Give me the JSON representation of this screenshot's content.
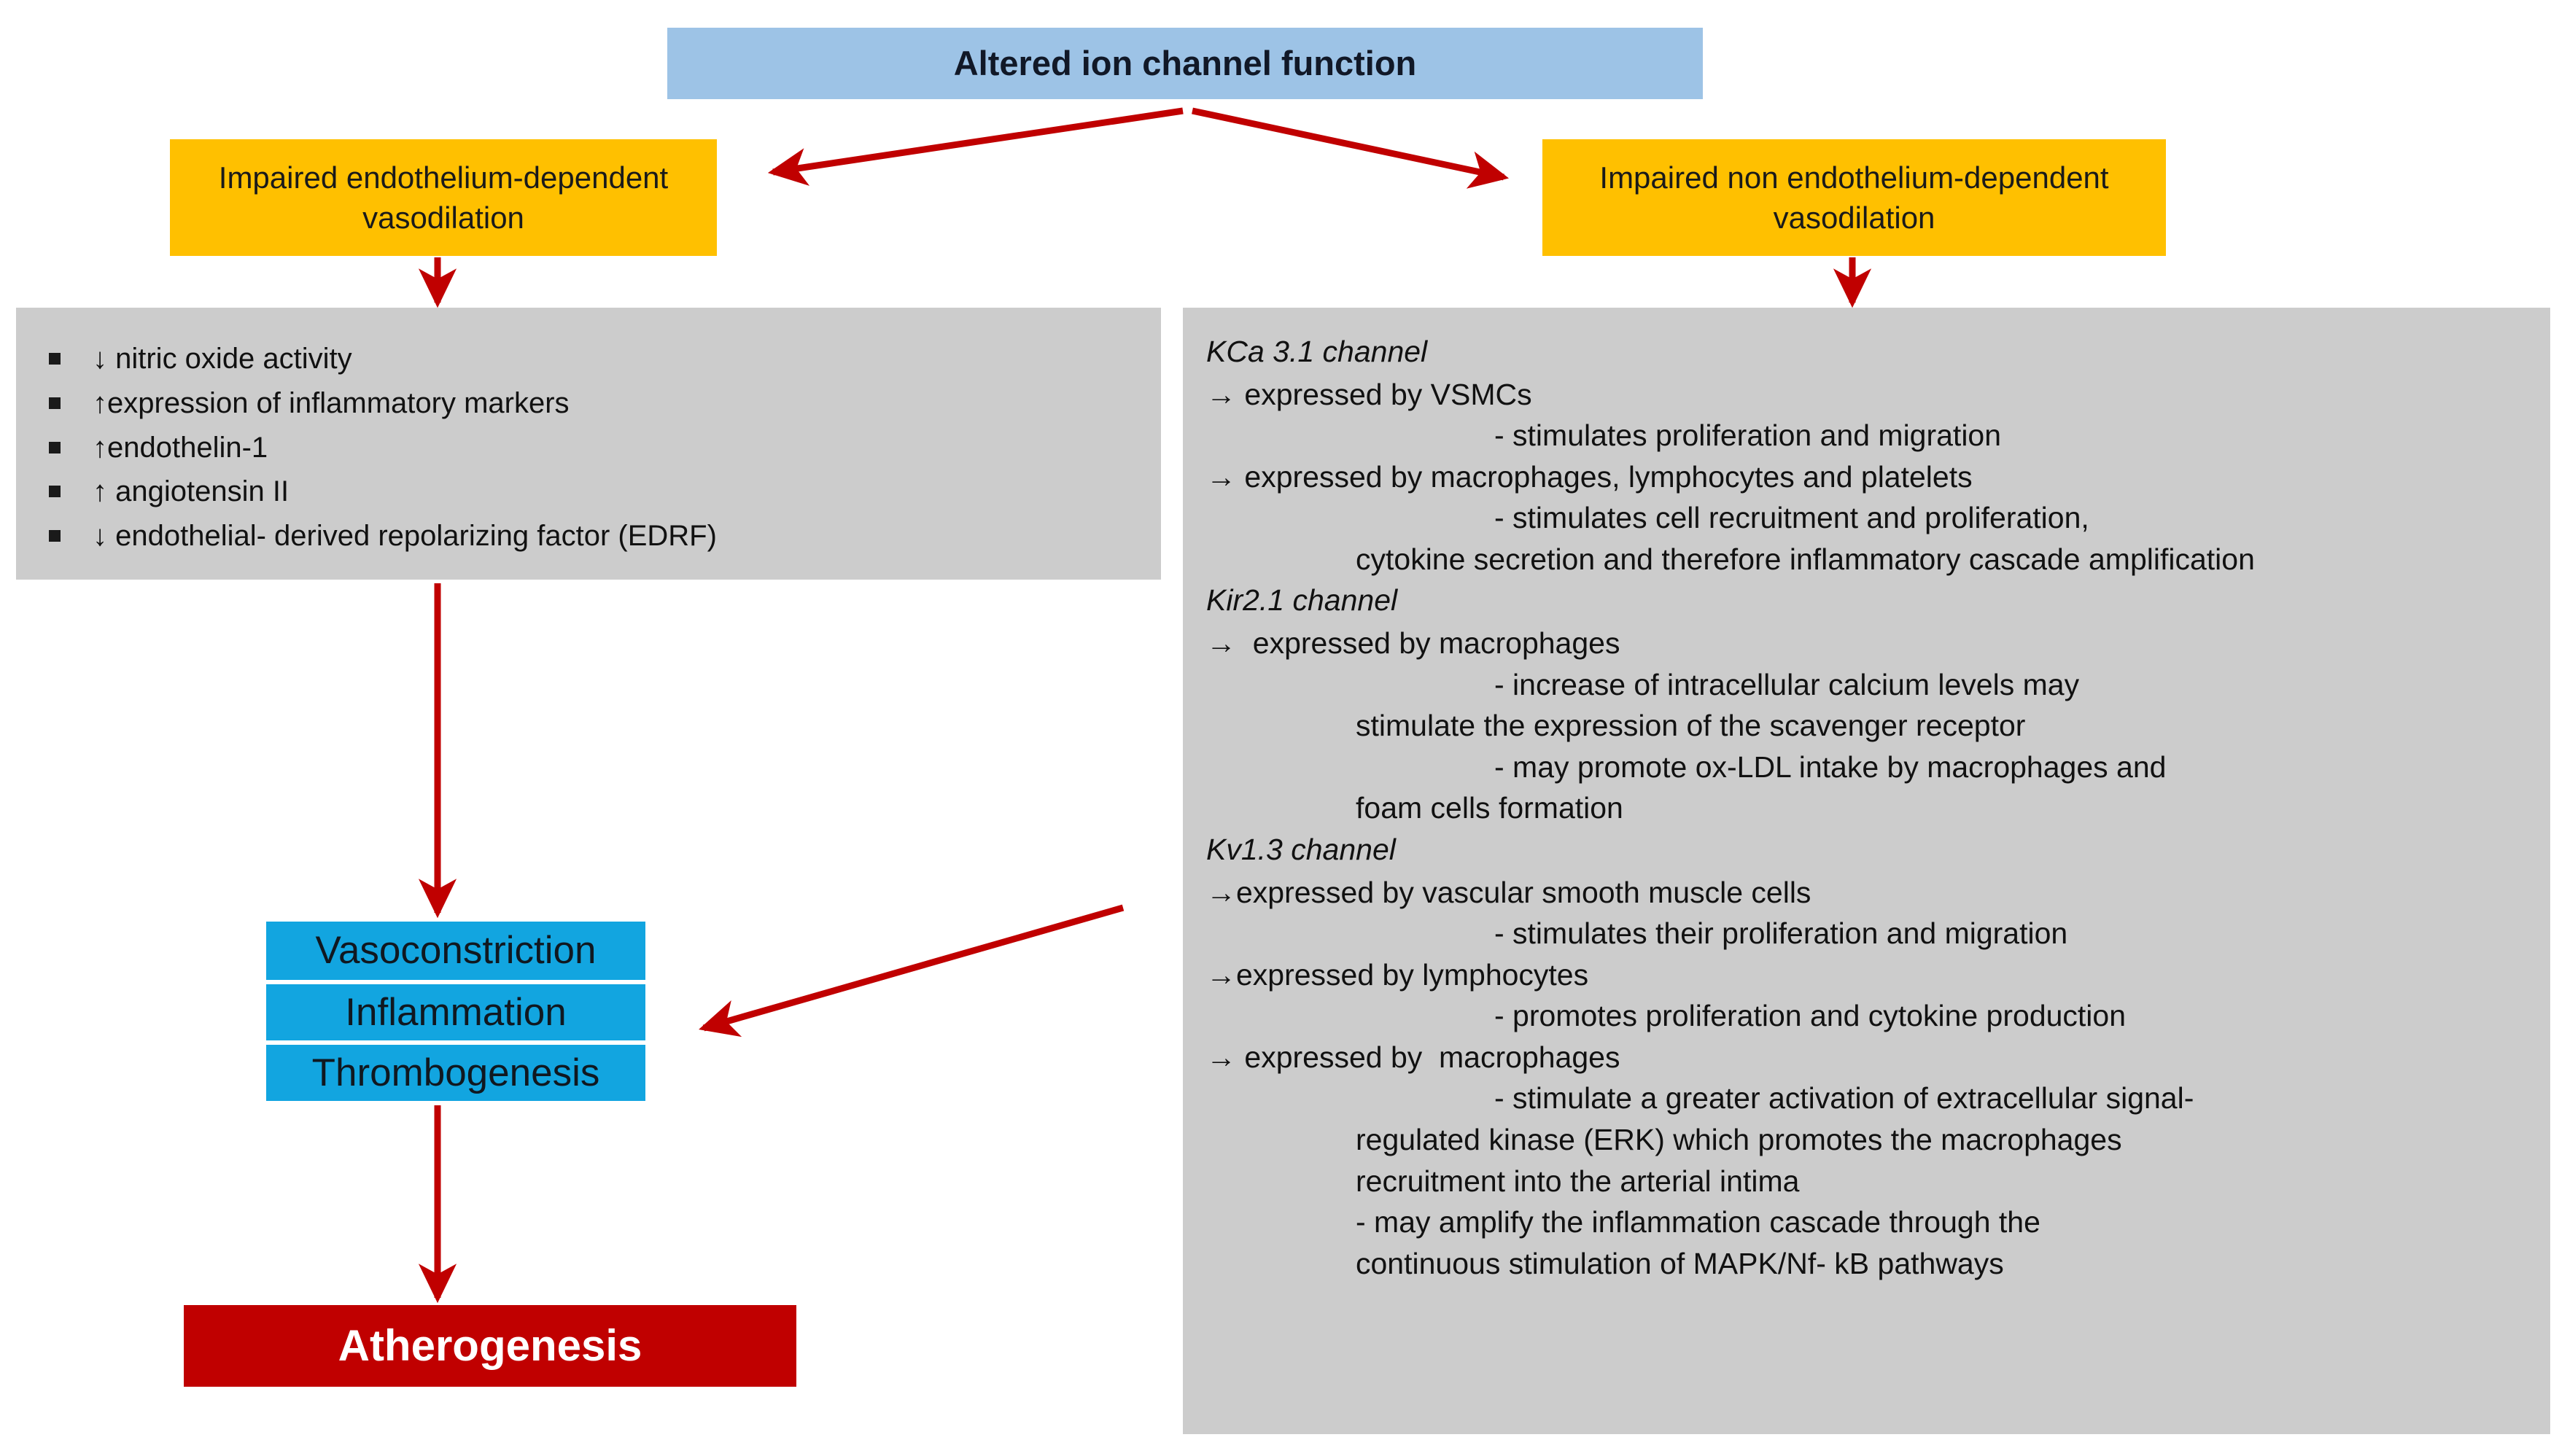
{
  "diagram": {
    "title_box": {
      "label": "Altered ion channel function",
      "color": "#9dc3e6"
    },
    "branches": {
      "left": {
        "label": "Impaired endothelium-dependent vasodilation",
        "color": "#ffc000"
      },
      "right": {
        "label": "Impaired non endothelium-dependent vasodilation",
        "color": "#ffc000"
      }
    },
    "left_panel": {
      "color": "#cccccc",
      "bullets": [
        "↓ nitric oxide activity",
        "↑expression of inflammatory markers",
        "↑endothelin-1",
        "↑ angiotensin II",
        "↓ endothelial- derived repolarizing factor (EDRF)"
      ]
    },
    "right_panel": {
      "color": "#cccccc",
      "channels": [
        {
          "name": "KCa 3.1 channel",
          "entries": [
            {
              "arrow_line": "→ expressed by VSMCs",
              "details": [
                {
                  "text": "- stimulates proliferation and migration",
                  "indent": "far"
                }
              ]
            },
            {
              "arrow_line": "→ expressed by macrophages, lymphocytes and platelets",
              "details": [
                {
                  "text": "- stimulates cell recruitment and proliferation,",
                  "indent": "far"
                },
                {
                  "text": "cytokine secretion and therefore inflammatory cascade amplification",
                  "indent": "mid"
                }
              ]
            }
          ]
        },
        {
          "name": "Kir2.1 channel",
          "entries": [
            {
              "arrow_line": "→  expressed by macrophages",
              "details": [
                {
                  "text": "- increase of intracellular calcium levels may",
                  "indent": "far"
                },
                {
                  "text": "stimulate the expression of the scavenger receptor",
                  "indent": "mid"
                },
                {
                  "text": "- may promote ox-LDL intake by macrophages and",
                  "indent": "far"
                },
                {
                  "text": "foam cells formation",
                  "indent": "mid"
                }
              ]
            }
          ]
        },
        {
          "name": "Kv1.3 channel",
          "entries": [
            {
              "arrow_line": "→expressed by vascular smooth muscle cells",
              "details": [
                {
                  "text": "- stimulates their proliferation and migration",
                  "indent": "far"
                }
              ]
            },
            {
              "arrow_line": "→expressed by lymphocytes",
              "details": [
                {
                  "text": "- promotes proliferation and cytokine production",
                  "indent": "far"
                }
              ]
            },
            {
              "arrow_line": "→ expressed by  macrophages",
              "details": [
                {
                  "text": "- stimulate a greater activation of extracellular signal-",
                  "indent": "far"
                },
                {
                  "text": "regulated kinase (ERK) which promotes the macrophages",
                  "indent": "mid"
                },
                {
                  "text": "recruitment into the arterial intima",
                  "indent": "mid"
                },
                {
                  "text": "- may amplify the inflammation cascade through the",
                  "indent": "mid"
                },
                {
                  "text": "continuous stimulation of MAPK/Nf- kB pathways",
                  "indent": "mid"
                }
              ]
            }
          ]
        }
      ]
    },
    "outcome_stack": {
      "color": "#12a5e0",
      "items": [
        "Vasoconstriction",
        "Inflammation",
        "Thrombogenesis"
      ]
    },
    "final_box": {
      "label": "Atherogenesis",
      "color": "#c00000",
      "text_color": "#ffffff"
    },
    "arrow_color": "#c00000"
  }
}
